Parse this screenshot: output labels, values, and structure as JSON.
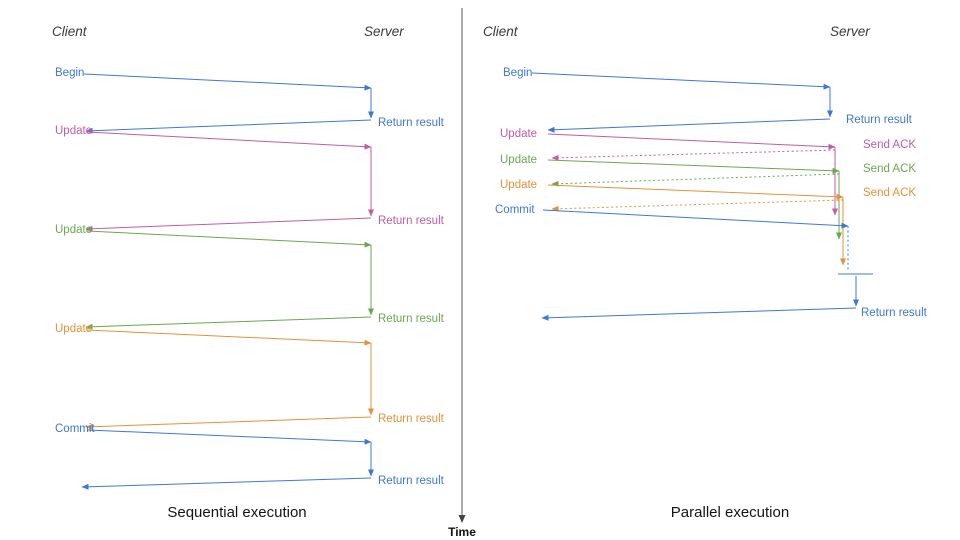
{
  "time_axis": {
    "label": "Time"
  },
  "colors": {
    "blue": "#3c78d8",
    "magenta": "#c45c9f",
    "green": "#6aa84f",
    "orange": "#e69138",
    "axis": "#555555"
  },
  "left": {
    "title": "Sequential execution",
    "actors": {
      "client": "Client",
      "server": "Server"
    },
    "messages": [
      {
        "label": "Begin",
        "result": "Return result"
      },
      {
        "label": "Update",
        "result": "Return result"
      },
      {
        "label": "Update",
        "result": "Return result"
      },
      {
        "label": "Update",
        "result": "Return result"
      },
      {
        "label": "Commit",
        "result": "Return result"
      }
    ]
  },
  "right": {
    "title": "Parallel execution",
    "actors": {
      "client": "Client",
      "server": "Server"
    },
    "messages": [
      {
        "label": "Begin",
        "result": "Return result"
      },
      {
        "label": "Update",
        "ack": "Send ACK"
      },
      {
        "label": "Update",
        "ack": "Send ACK"
      },
      {
        "label": "Update",
        "ack": "Send ACK"
      },
      {
        "label": "Commit",
        "result": "Return result"
      }
    ]
  }
}
